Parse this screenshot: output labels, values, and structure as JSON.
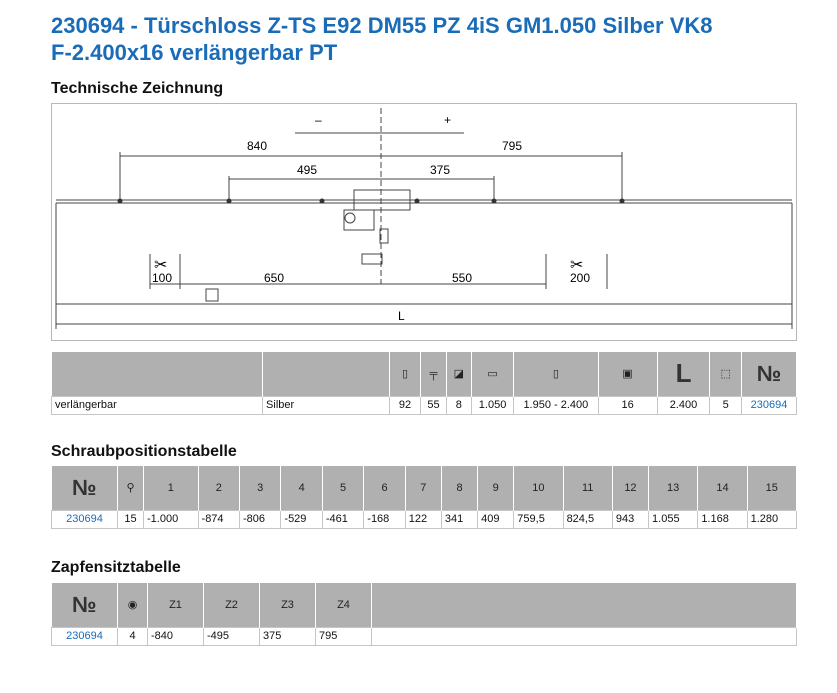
{
  "title_line1": "230694 - Türschloss Z-TS E92 DM55 PZ 4iS GM1.050 Silber VK8",
  "title_line2": "F-2.400x16 verlängerbar PT",
  "section_drawing": "Technische Zeichnung",
  "drawing": {
    "minus": "–",
    "plus": "+",
    "d840": "840",
    "d795": "795",
    "d495": "495",
    "d375": "375",
    "d100": "100",
    "d650": "650",
    "d550": "550",
    "d200": "200",
    "dL": "L"
  },
  "spec_table": {
    "header_L": "L",
    "header_no": "№",
    "row": [
      "verlängerbar",
      "Silber",
      "92",
      "55",
      "8",
      "1.050",
      "1.950 - 2.400",
      "16",
      "2.400",
      "5",
      "230694"
    ]
  },
  "section_screw": "Schraubpositionstabelle",
  "screw_table": {
    "header_no": "№",
    "headers": [
      "1",
      "2",
      "3",
      "4",
      "5",
      "6",
      "7",
      "8",
      "9",
      "10",
      "11",
      "12",
      "13",
      "14",
      "15"
    ],
    "row_id": "230694",
    "row_count": "15",
    "values": [
      "-1.000",
      "-874",
      "-806",
      "-529",
      "-461",
      "-168",
      "122",
      "341",
      "409",
      "759,5",
      "824,5",
      "943",
      "1.055",
      "1.168",
      "1.280"
    ]
  },
  "section_pin": "Zapfensitztabelle",
  "pin_table": {
    "header_no": "№",
    "headers": [
      "Z1",
      "Z2",
      "Z3",
      "Z4"
    ],
    "row_id": "230694",
    "row_count": "4",
    "values": [
      "-840",
      "-495",
      "375",
      "795"
    ]
  }
}
